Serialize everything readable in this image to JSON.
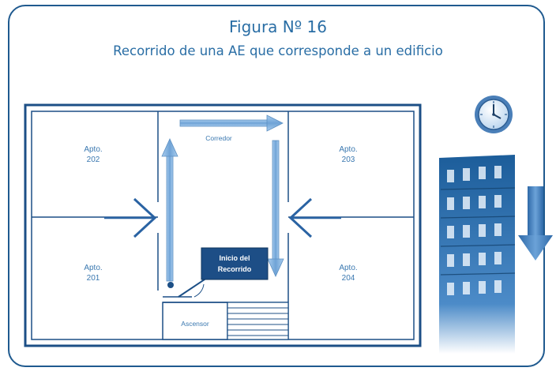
{
  "figure": {
    "title": "Figura Nº 16",
    "subtitle": "Recorrido de una AE que corresponde a un edificio"
  },
  "floor_plan": {
    "apartments": [
      {
        "line1": "Apto.",
        "line2": "202"
      },
      {
        "line1": "Apto.",
        "line2": "203"
      },
      {
        "line1": "Apto.",
        "line2": "201"
      },
      {
        "line1": "Apto.",
        "line2": "204"
      }
    ],
    "corridor_label": "Corredor",
    "elevator_label": "Ascensor",
    "start_label_line1": "Inicio del",
    "start_label_line2": "Recorrido"
  },
  "colors": {
    "frame": "#1f5a8f",
    "text": "#2a6ea5",
    "plan_border": "#1c4f86",
    "arrow": "#7fb0de",
    "start_box": "#1d4e86"
  },
  "icons": [
    "clock-icon",
    "building-photo",
    "down-arrow-icon"
  ]
}
